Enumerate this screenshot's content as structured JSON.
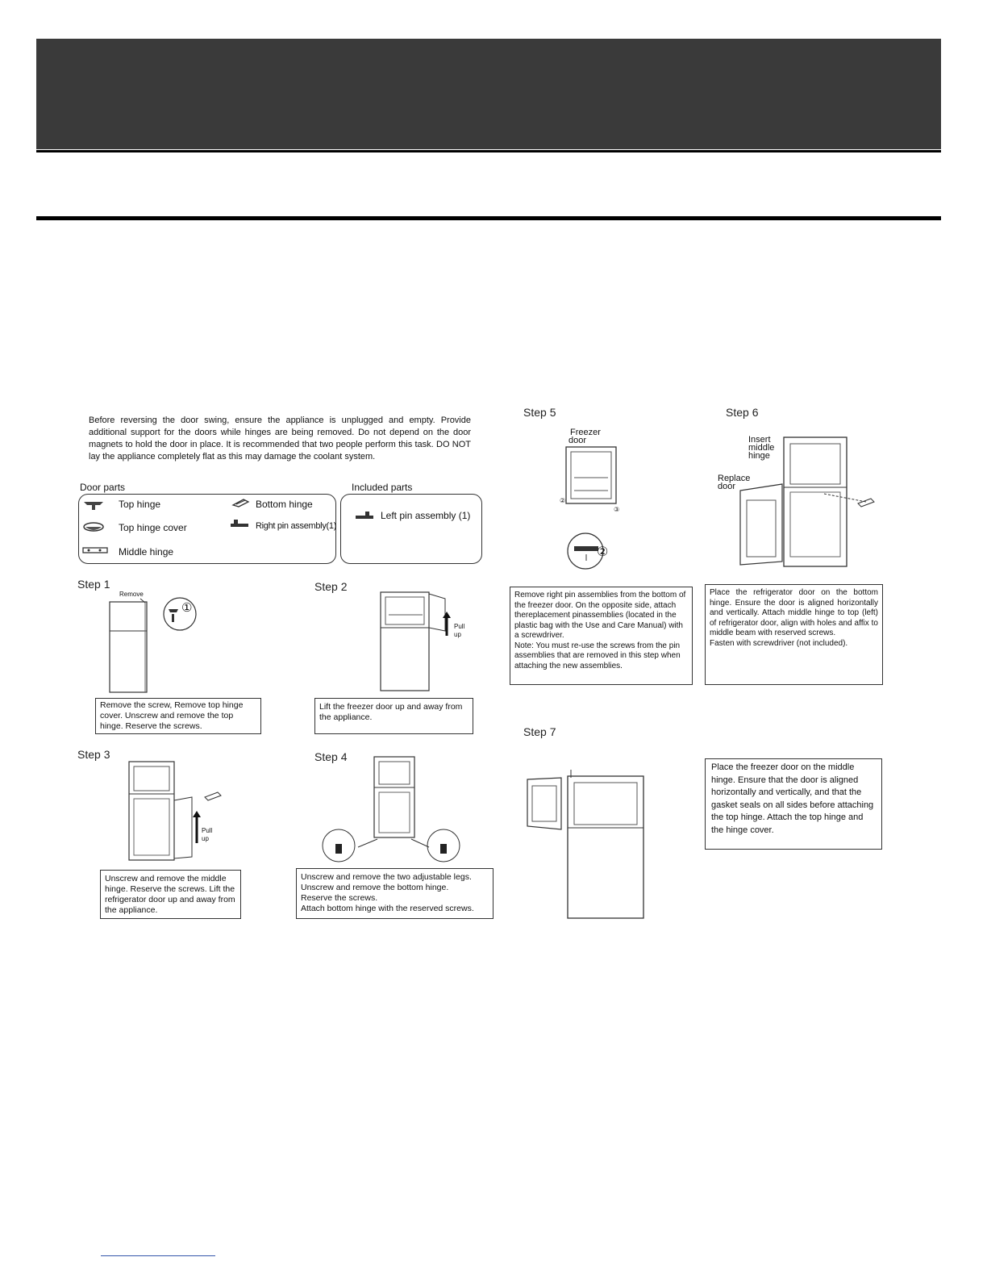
{
  "intro_text": "Before reversing the door swing, ensure the appliance is unplugged and empty. Provide additional support for the doors while hinges are being removed. Do not depend on the door magnets to hold the door in place. It is recommended that two people perform this task. DO NOT lay the appliance completely flat as this may damage the coolant system.",
  "door_parts": {
    "label": "Door parts",
    "items": [
      "Top hinge",
      "Top hinge cover",
      "Middle hinge",
      "Bottom hinge",
      "Right pin assembly(1)"
    ]
  },
  "included_parts": {
    "label": "Included parts",
    "items": [
      "Left pin assembly (1)"
    ]
  },
  "steps": [
    {
      "label": "Step 1",
      "text": "Remove the screw, Remove top hinge cover. Unscrew and remove the top hinge. Reserve the screws.",
      "callouts": [
        "Remove",
        "①"
      ]
    },
    {
      "label": "Step 2",
      "text": "Lift the freezer door up and away from the appliance.",
      "callouts": [
        "Pull",
        "up"
      ]
    },
    {
      "label": "Step 3",
      "text": "Unscrew and remove the middle hinge. Reserve the screws. Lift the refrigerator door up and away from the appliance.",
      "callouts": [
        "Pull",
        "up"
      ]
    },
    {
      "label": "Step 4",
      "text": "Unscrew and remove the two adjustable legs.\nUnscrew and remove the bottom hinge.\nReserve the screws.\nAttach bottom hinge with the reserved screws.",
      "callouts": []
    },
    {
      "label": "Step 5",
      "text": "Remove right pin assemblies from the bottom of the freezer door. On the opposite side, attach thereplacement pinassemblies (located in the plastic bag with the Use and Care Manual) with a screwdriver.\nNote: You must re-use the screws from the pin assemblies that are removed in this step when attaching the new assemblies.",
      "callouts": [
        "Freezer",
        "door",
        "②",
        "③",
        "②"
      ]
    },
    {
      "label": "Step 6",
      "text": "Place the refrigerator door on the bottom hinge. Ensure the door is aligned horizontally and vertically. Attach middle hinge to top (left) of refrigerator door, align with holes and affix to middle beam with reserved screws.\nFasten with screwdriver (not included).",
      "callouts": [
        "Insert",
        "middle",
        "hinge",
        "Replace",
        "door"
      ]
    },
    {
      "label": "Step 7",
      "text": "Place the freezer door on the middle hinge. Ensure that the door is aligned horizontally and vertically, and that the gasket seals on all sides before attaching the top hinge. Attach the top hinge and the hinge cover.",
      "callouts": []
    }
  ],
  "colors": {
    "header_bar": "#3a3a3a",
    "rule": "#000000",
    "footer_link": "#3355aa"
  }
}
